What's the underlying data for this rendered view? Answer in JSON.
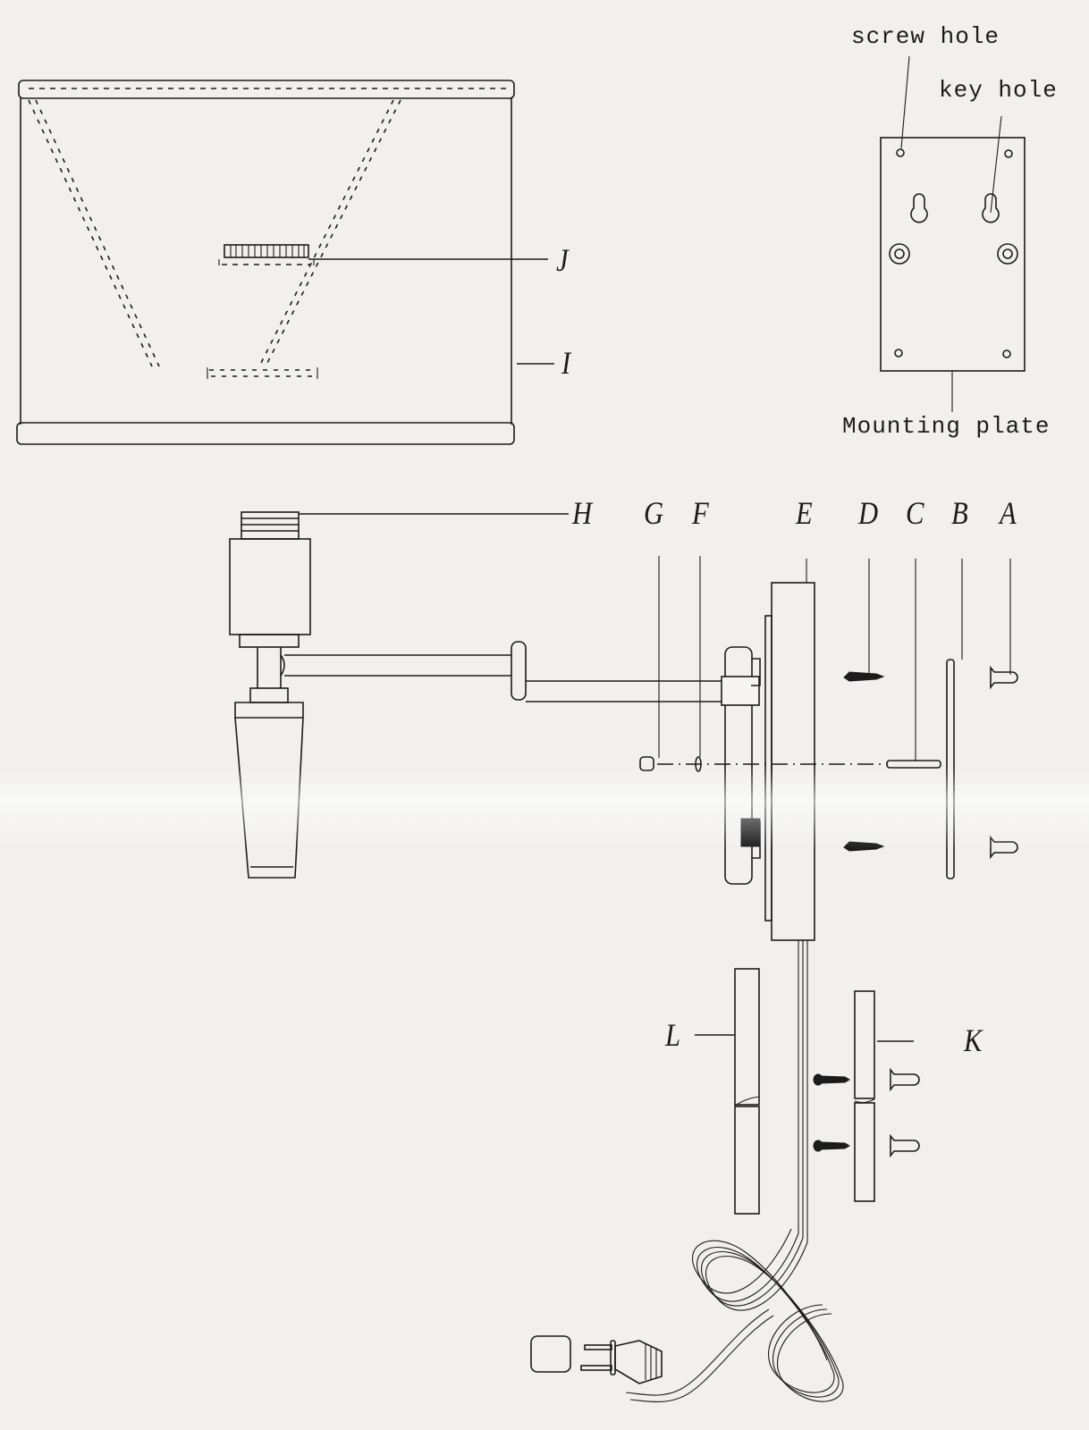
{
  "diagram": {
    "type": "exploded assembly diagram",
    "subject": "swing-arm wall lamp",
    "background_color": "#f1f0ef",
    "line_color": "#1c1c1c"
  },
  "mounting_plate": {
    "title": "Mounting plate",
    "callouts": {
      "screw_hole": "screw hole",
      "key_hole": "key hole"
    }
  },
  "parts": [
    {
      "letter": "A",
      "depicts": "wall anchor (x2)"
    },
    {
      "letter": "B",
      "depicts": "mounting bar"
    },
    {
      "letter": "C",
      "depicts": "threaded stud on mounting bar"
    },
    {
      "letter": "D",
      "depicts": "screw (x2)"
    },
    {
      "letter": "E",
      "depicts": "wall backplate"
    },
    {
      "letter": "F",
      "depicts": "washer"
    },
    {
      "letter": "G",
      "depicts": "cap nut"
    },
    {
      "letter": "H",
      "depicts": "lamp socket / harp thread"
    },
    {
      "letter": "I",
      "depicts": "lamp shade"
    },
    {
      "letter": "J",
      "depicts": "shade ring / finial"
    },
    {
      "letter": "K",
      "depicts": "cord cover base with anchors"
    },
    {
      "letter": "L",
      "depicts": "cord cover"
    }
  ],
  "labels": {
    "A": "A",
    "B": "B",
    "C": "C",
    "D": "D",
    "E": "E",
    "F": "F",
    "G": "G",
    "H": "H",
    "I": "I",
    "J": "J",
    "K": "K",
    "L": "L"
  }
}
